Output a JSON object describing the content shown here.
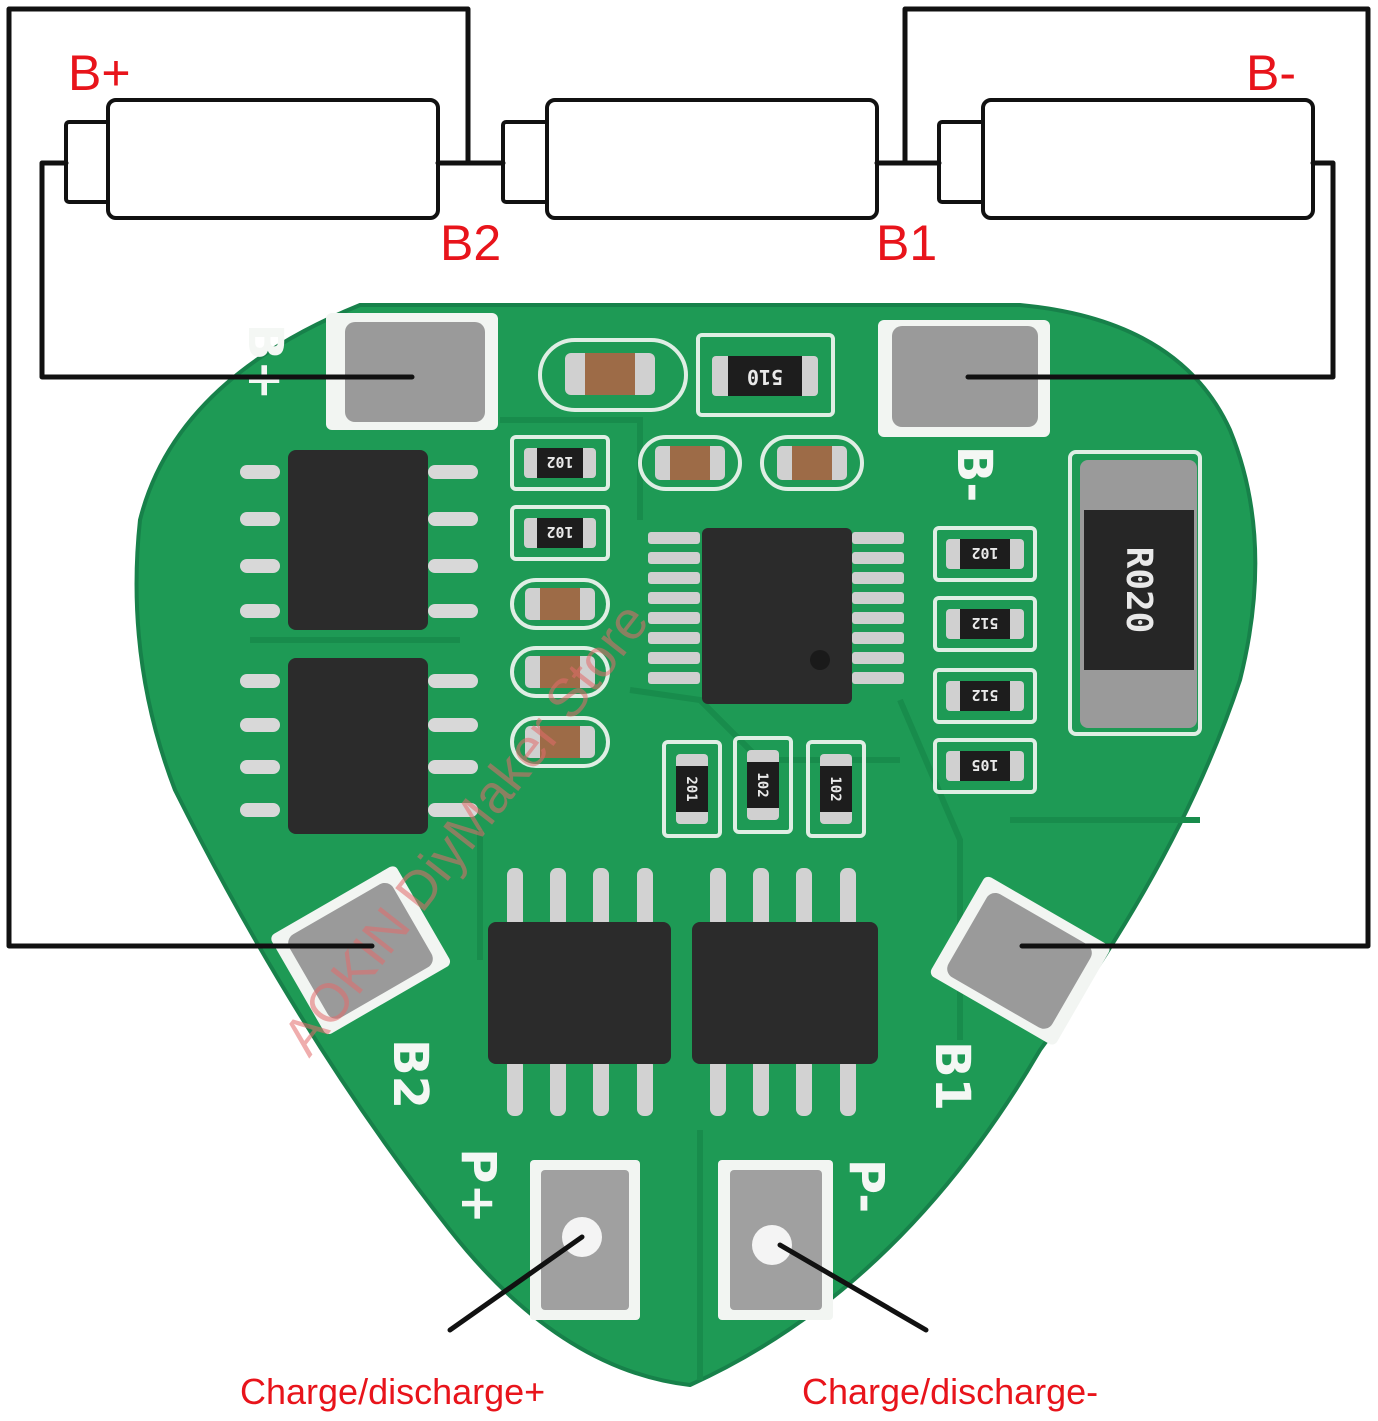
{
  "labels": {
    "b_plus": "B+",
    "b_minus": "B-",
    "b2": "B2",
    "b1": "B1",
    "charge_plus": "Charge/discharge+",
    "charge_minus": "Charge/discharge-"
  },
  "board": {
    "silkscreen": {
      "b_plus": "B+",
      "b_minus": "B-",
      "b2": "B2",
      "b1": "B1",
      "p_plus": "P+",
      "p_minus": "P-"
    },
    "component_codes": {
      "r_top": "510",
      "r1": "102",
      "r2": "102",
      "r3": "102",
      "r4": "512",
      "r5": "512",
      "r6": "105",
      "r7": "201",
      "r8": "102",
      "r9": "102",
      "shunt": "R020"
    },
    "watermark": "AOKIN DiyMaker Store"
  },
  "colors": {
    "label_red": "#e8141b",
    "pcb_green": "#1e9a55",
    "wire": "#111111",
    "pad_silver": "#9a9a9a"
  }
}
